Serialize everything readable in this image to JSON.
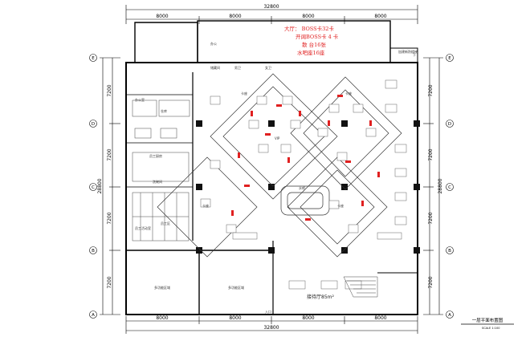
{
  "plan": {
    "totals": {
      "top": "32800",
      "bottom": "32800",
      "left": "28800",
      "right": "28800"
    },
    "col_dims_top": [
      "8000",
      "8000",
      "8000",
      "8000"
    ],
    "col_dims_bottom": [
      "8000",
      "8000",
      "8000",
      "8000"
    ],
    "row_dims_left": [
      "7200",
      "7200",
      "7200",
      "7200"
    ],
    "row_dims_right": [
      "7200",
      "7200",
      "7200",
      "7200"
    ],
    "grid_rows": [
      "E",
      "D",
      "C",
      "B",
      "A"
    ],
    "notes": {
      "hall": "大厅：    BOSS卡32卡",
      "side": "开阔BOSS卡 4 卡",
      "tables": "散    台16张",
      "bars": "水吧座16座"
    },
    "rooms": {
      "lobby": "接待厅85m²",
      "bar": "水吧",
      "entrance": "入口",
      "top_annex": "办公",
      "office": "办公室",
      "kitchen": "员工厨房",
      "wash": "洗碗间",
      "storage_a": "仓库",
      "storage_b": "储藏间",
      "staff_a": "员工活动室",
      "staff_b": "员工区",
      "toilet_m": "男卫",
      "toilet_f": "女卫",
      "vip": "VIP",
      "booth_a": "卡座",
      "booth_b": "卡座",
      "booth_c": "卡座",
      "booth_d": "卡座",
      "lower_a": "多功能区域",
      "lower_b": "多功能区域",
      "corner_note": "加建新防楼梯",
      "corner_arrow": "下"
    },
    "title": "一层平面布置图",
    "scale": "SCALE 1:100"
  }
}
